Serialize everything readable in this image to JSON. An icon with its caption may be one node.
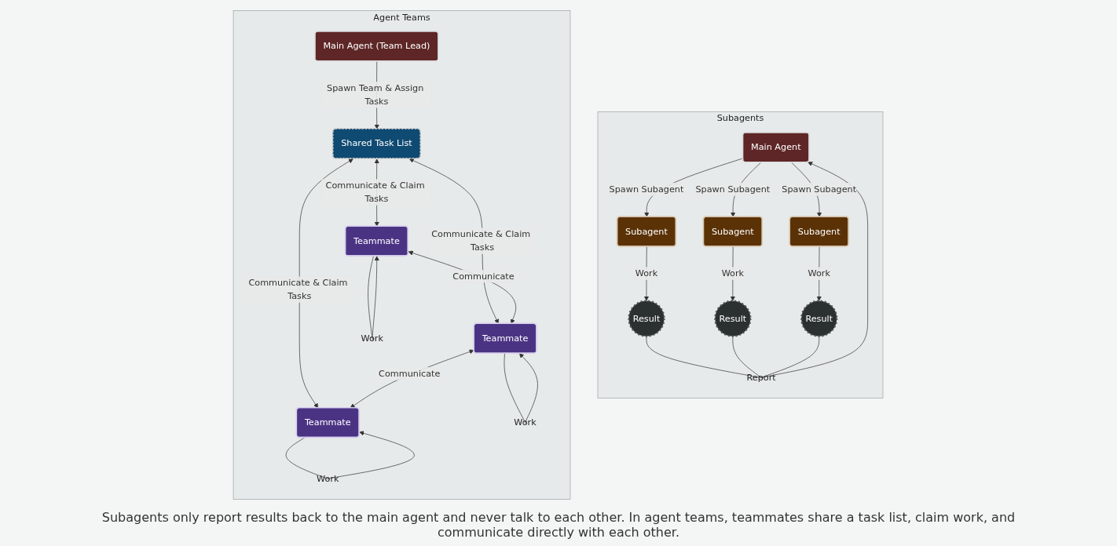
{
  "diagram": {
    "nodes": [
      {
        "text": [
          "Subagents"
        ]
      },
      {
        "text": [
          "Main Agent"
        ],
        "in": 0
      },
      {
        "text": [
          "Subagent"
        ],
        "in": 0
      },
      {
        "text": [
          "Subagent"
        ],
        "in": 0
      },
      {
        "text": [
          "Subagent"
        ],
        "in": 0
      },
      {
        "text": [
          "Result"
        ],
        "in": 0
      },
      {
        "text": [
          "Result"
        ],
        "in": 0
      },
      {
        "text": [
          "Result"
        ],
        "in": 0
      },
      {
        "text": [
          "Report"
        ],
        "in": 0
      },
      {
        "text": [
          "Agent Teams"
        ]
      },
      {
        "text": [
          "Main Agent (Team Lead)"
        ],
        "in": 9
      },
      {
        "text": [
          "Shared Task List"
        ],
        "in": 9
      },
      {
        "text": [
          "Teammate"
        ],
        "in": 9
      },
      {
        "text": [
          "Teammate"
        ],
        "in": 9
      },
      {
        "text": [
          "Teammate"
        ],
        "in": 9
      },
      {
        "text": [
          "Work"
        ],
        "in": 9
      },
      {
        "text": [
          "Work"
        ],
        "in": 9
      },
      {
        "text": [
          "Work"
        ],
        "in": 9
      }
    ],
    "edges": [
      {
        "from": 1,
        "to": 2,
        "arrow": "to",
        "label": "Spawn Subagent"
      },
      {
        "from": 1,
        "to": 3,
        "arrow": "to",
        "label": "Spawn Subagent"
      },
      {
        "from": 1,
        "to": 4,
        "arrow": "to",
        "label": "Spawn Subagent"
      },
      {
        "from": 2,
        "to": 5,
        "arrow": "to",
        "label": "Work"
      },
      {
        "from": 3,
        "to": 6,
        "arrow": "to",
        "label": "Work"
      },
      {
        "from": 4,
        "to": 7,
        "arrow": "to",
        "label": "Work"
      },
      {
        "from": 5,
        "to": 8,
        "arrow": "none"
      },
      {
        "from": 6,
        "to": 8,
        "arrow": "none"
      },
      {
        "from": 7,
        "to": 8,
        "arrow": "none"
      },
      {
        "from": 8,
        "to": 1,
        "arrow": "to"
      },
      {
        "from": 10,
        "to": 11,
        "arrow": "to",
        "label": "Spawn Team & Assign Tasks"
      },
      {
        "from": 11,
        "to": 12,
        "arrow": "both",
        "label": "Communicate & Claim Tasks"
      },
      {
        "from": 11,
        "to": 13,
        "arrow": "both",
        "label": "Communicate & Claim Tasks"
      },
      {
        "from": 11,
        "to": 14,
        "arrow": "both",
        "label": "Communicate & Claim Tasks"
      },
      {
        "from": 12,
        "to": 13,
        "arrow": "both",
        "label": "Communicate"
      },
      {
        "from": 13,
        "to": 14,
        "arrow": "both",
        "label": "Communicate"
      },
      {
        "from": 12,
        "to": 15,
        "arrow": "none"
      },
      {
        "from": 15,
        "to": 12,
        "arrow": "to"
      },
      {
        "from": 13,
        "to": 16,
        "arrow": "none"
      },
      {
        "from": 16,
        "to": 13,
        "arrow": "to"
      },
      {
        "from": 14,
        "to": 17,
        "arrow": "none"
      },
      {
        "from": 17,
        "to": 14,
        "arrow": "to"
      }
    ],
    "caption": "Subagents only report results back to the main agent and never talk to each other. In agent teams, teammates share a task list, claim work, and communicate directly with each other."
  }
}
